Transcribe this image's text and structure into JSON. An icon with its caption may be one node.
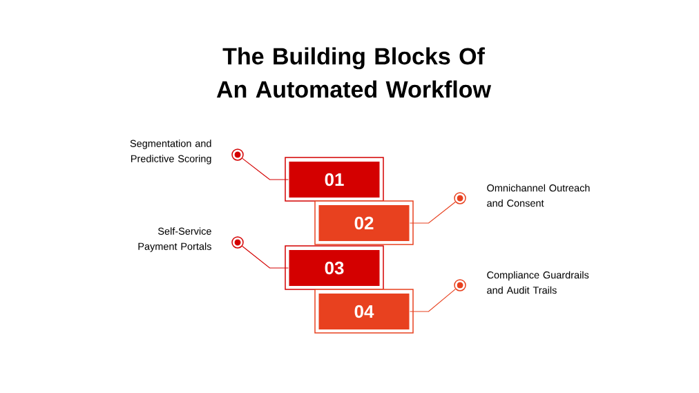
{
  "diagram": {
    "title": "The Building Blocks Of An Automated Workflow",
    "nodes": [
      {
        "text": [
          "01"
        ]
      },
      {
        "text": [
          "02"
        ]
      },
      {
        "text": [
          "03"
        ]
      },
      {
        "text": [
          "04"
        ]
      },
      {
        "text": [],
        "shape": "circle",
        "beside": [
          "Segmentation and Predictive Scoring"
        ]
      },
      {
        "text": [],
        "shape": "circle",
        "beside": [
          "Omnichannel Outreach and Consent"
        ]
      },
      {
        "text": [],
        "shape": "circle",
        "beside": [
          "Self-Service Payment Portals"
        ]
      },
      {
        "text": [],
        "shape": "circle",
        "beside": [
          "Compliance Guardrails and Audit Trails"
        ]
      }
    ],
    "edges": [
      {
        "from": 0,
        "to": 4,
        "arrow": "none",
        "color": "#d40000"
      },
      {
        "from": 1,
        "to": 5,
        "arrow": "none",
        "color": "#e8411f"
      },
      {
        "from": 2,
        "to": 6,
        "arrow": "none",
        "color": "#d40000"
      },
      {
        "from": 3,
        "to": 7,
        "arrow": "none",
        "color": "#e8411f"
      }
    ]
  }
}
